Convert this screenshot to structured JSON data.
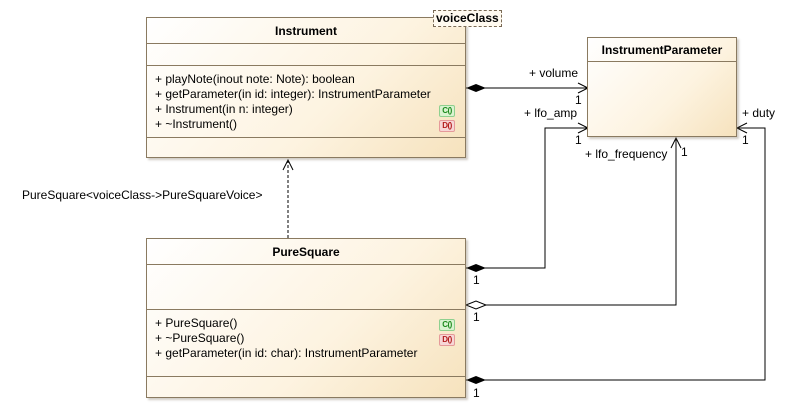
{
  "instrument": {
    "name": "Instrument",
    "template_param": "voiceClass",
    "operations": [
      {
        "text": "+ playNote(inout note: Note): boolean",
        "badge": ""
      },
      {
        "text": "+ getParameter(in id: integer): InstrumentParameter",
        "badge": ""
      },
      {
        "text": "+ Instrument(in n: integer)",
        "badge": "C()"
      },
      {
        "text": "+ ~Instrument()",
        "badge": "D()"
      }
    ]
  },
  "instrument_parameter": {
    "name": "InstrumentParameter"
  },
  "pure_square": {
    "name": "PureSquare",
    "operations": [
      {
        "text": "+ PureSquare()",
        "badge": "C()"
      },
      {
        "text": "+ ~PureSquare()",
        "badge": "D()"
      },
      {
        "text": "+ getParameter(in id: char): InstrumentParameter",
        "badge": ""
      }
    ]
  },
  "binding_label": "PureSquare<voiceClass->PureSquareVoice>",
  "associations": {
    "volume": {
      "role": "+ volume",
      "multiplicity": "1"
    },
    "lfo_amp": {
      "role": "+ lfo_amp",
      "multiplicity": "1",
      "source_multiplicity": "1"
    },
    "lfo_frequency": {
      "role": "+ lfo_frequency",
      "multiplicity": "1",
      "source_multiplicity": "1"
    },
    "duty": {
      "role": "+ duty",
      "multiplicity": "1",
      "source_multiplicity": "1"
    }
  }
}
